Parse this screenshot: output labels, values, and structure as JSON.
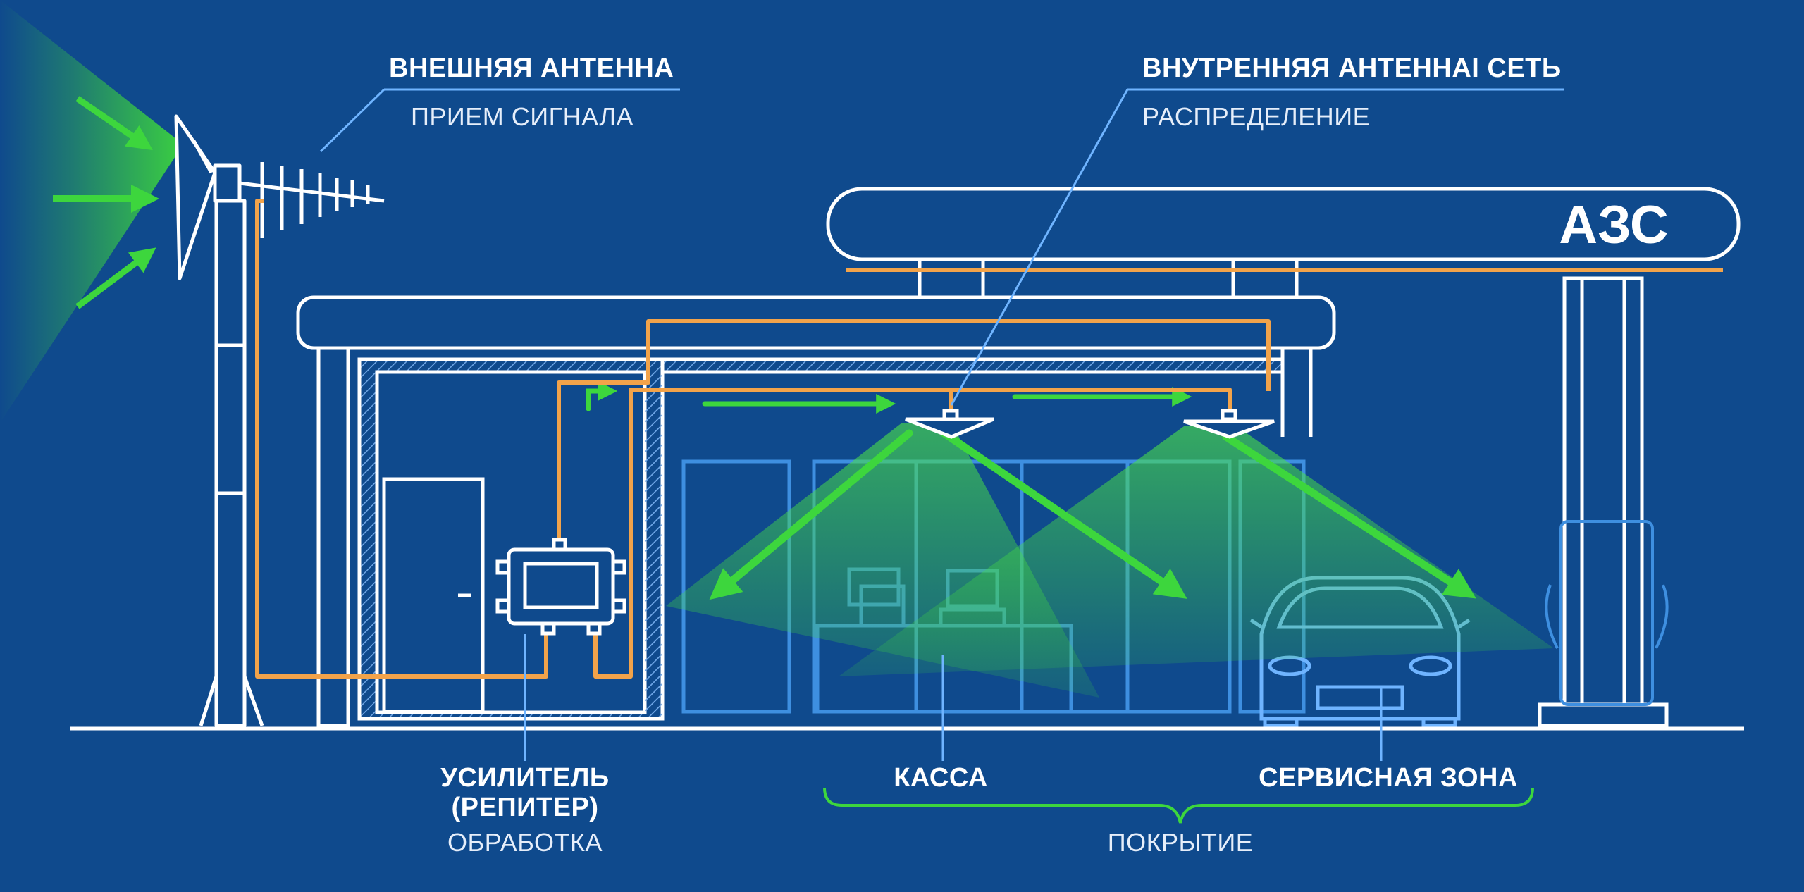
{
  "labels": {
    "external_antenna": {
      "title": "ВНЕШНЯЯ АНТЕННА",
      "subtitle": "ПРИЕМ СИГНАЛА"
    },
    "internal_network": {
      "title": "ВНУТРЕННЯЯ АНТЕННАI СЕТЬ",
      "subtitle": "РАСПРЕДЕЛЕНИЕ"
    },
    "amplifier": {
      "title_line1": "УСИЛИТЕЛЬ",
      "title_line2": "(РЕПИТЕР)",
      "subtitle": "ОБРАБОТКА"
    },
    "cashier": {
      "title": "КАССА"
    },
    "service_zone": {
      "title": "СЕРВИСНАЯ ЗОНА"
    },
    "coverage": {
      "subtitle": "ПОКРЫТИЕ"
    }
  },
  "canopy_sign": "АЗС",
  "colors": {
    "background": "#0f4a8d",
    "outline": "#ffffff",
    "cable": "#f2a34a",
    "signal": "#3dd63d",
    "leader": "#6fb4ff",
    "interior": "#3e8fe0"
  }
}
